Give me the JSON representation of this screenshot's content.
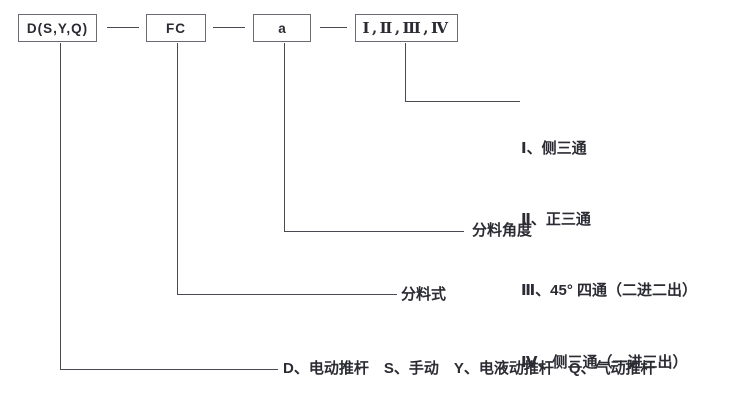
{
  "diagram": {
    "model_boxes": [
      {
        "label": "D(S,Y,Q)"
      },
      {
        "label": "FC"
      },
      {
        "label": "a"
      },
      {
        "label": "Ⅰ,Ⅱ,Ⅲ,Ⅳ"
      }
    ],
    "type_options": [
      "Ⅰ、侧三通",
      "Ⅱ、正三通",
      "Ⅲ、45° 四通（二进二出）",
      "Ⅳ、侧三通（一进三出）"
    ],
    "labels": {
      "angle": "分料角度",
      "split_type": "分料式",
      "drive": "D、电动推杆　S、手动　Y、电液动推杆　Q、气动推杆"
    },
    "colors": {
      "background": "#ffffff",
      "line": "#4a4a52",
      "text": "#2b2b33",
      "box_border": "#6b6b73"
    }
  }
}
